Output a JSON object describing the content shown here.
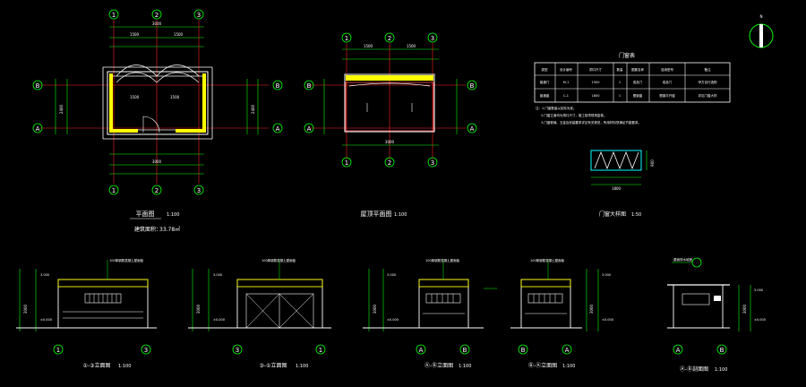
{
  "colors": {
    "background": "#000000",
    "wall": "#ffffff",
    "axis": "#ff2020",
    "dimension": "#00ff00",
    "hatch": "#ffff00",
    "text": "#ffffff"
  },
  "grid_labels": {
    "one": "1",
    "two": "2",
    "three": "3",
    "a": "A",
    "b": "B"
  },
  "titles": {
    "floor_plan": "平面图",
    "floor_plan_area": "建筑面积：",
    "floor_plan_area_value": "33.78㎡",
    "roof_plan": "屋顶平面图",
    "door_window_detail": "门窗大样图",
    "door_window_table": "门窗表",
    "north_arrow_label": "N"
  },
  "scales": {
    "floor_plan": "1:100",
    "roof_plan": "1:100",
    "door_window_detail": "1:50",
    "elevations": "1:100"
  },
  "door_window_table": {
    "headers": [
      "类型",
      "设计编号",
      "洞口尺寸",
      "数量",
      "图集名称",
      "选用型号",
      "备注"
    ],
    "rows": [
      [
        "普通门",
        "M-1",
        "1500",
        "1",
        "成品门",
        "成品门",
        "甲方自行选购"
      ],
      [
        "普通窗",
        "C-1",
        "1800",
        "1",
        "塑钢窗",
        "塑钢平开窗",
        "详见门窗大样"
      ]
    ],
    "notes": [
      "注：1.门窗数量以实际为准。",
      "2.门窗立面均为洞口尺寸，施工前须现场复核。",
      "3.门窗玻璃、五金及安装要求详见有关规范，所用材料须满足节能要求。"
    ]
  },
  "elevations": [
    {
      "axes": [
        "1",
        "3"
      ],
      "title": "①-③立面图",
      "scale": "1:100",
      "annotation": "100厚钢筋混凝土屋面板"
    },
    {
      "axes": [
        "3",
        "1"
      ],
      "title": "③-①立面图",
      "scale": "1:100",
      "annotation": "100厚钢筋混凝土屋面板"
    },
    {
      "axes": [
        "A",
        "B"
      ],
      "title": "Ⓐ-Ⓑ立面图",
      "scale": "1:100",
      "annotation": "100厚钢筋混凝土屋面板"
    },
    {
      "axes": [
        "B",
        "A"
      ],
      "title": "Ⓑ-Ⓐ立面图",
      "scale": "1:100",
      "annotation": "100厚钢筋混凝土屋面板"
    },
    {
      "axes": [
        "A",
        "B"
      ],
      "title": "Ⓐ-Ⓑ剖面图",
      "scale": "1:100",
      "annotation": "屋面排水坡度"
    }
  ],
  "dimensions": {
    "plan_bay": "1500",
    "plan_total": "3000",
    "plan_depth": "2400",
    "elev_height": "3000",
    "level_top": "3.000",
    "level_ground": "±0.000",
    "window_width": "1800",
    "window_height": "900"
  }
}
